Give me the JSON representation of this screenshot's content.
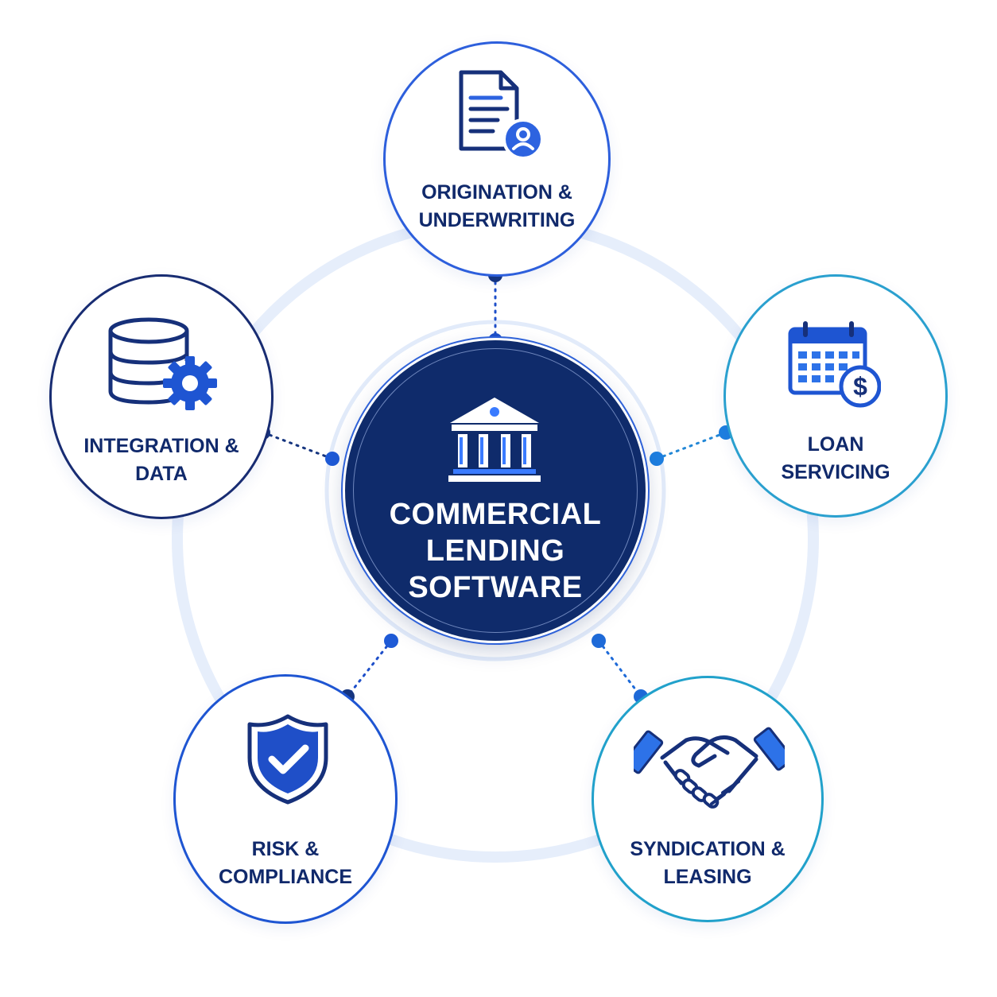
{
  "hub": {
    "title_lines": [
      "COMMERCIAL",
      "LENDING",
      "SOFTWARE"
    ],
    "icon": "bank-building-icon"
  },
  "nodes": {
    "origination": {
      "lines": [
        "ORIGINATION &",
        "UNDERWRITING"
      ],
      "icon": "document-user-icon",
      "color": "#2d5fdc"
    },
    "servicing": {
      "lines": [
        "LOAN",
        "SERVICING"
      ],
      "icon": "calendar-dollar-icon",
      "color": "#2aa0cf"
    },
    "syndication": {
      "lines": [
        "SYNDICATION &",
        "LEASING"
      ],
      "icon": "handshake-icon",
      "color": "#21a1cb"
    },
    "risk": {
      "lines": [
        "RISK &",
        "COMPLIANCE"
      ],
      "icon": "shield-check-icon",
      "color": "#1e55d2"
    },
    "integration": {
      "lines": [
        "INTEGRATION &",
        "DATA"
      ],
      "icon": "database-gear-icon",
      "color": "#182c72"
    }
  },
  "colors": {
    "hub_fill": "#0f2b6b",
    "ring": "#e6eefb",
    "connector": "#1e4fc9"
  }
}
